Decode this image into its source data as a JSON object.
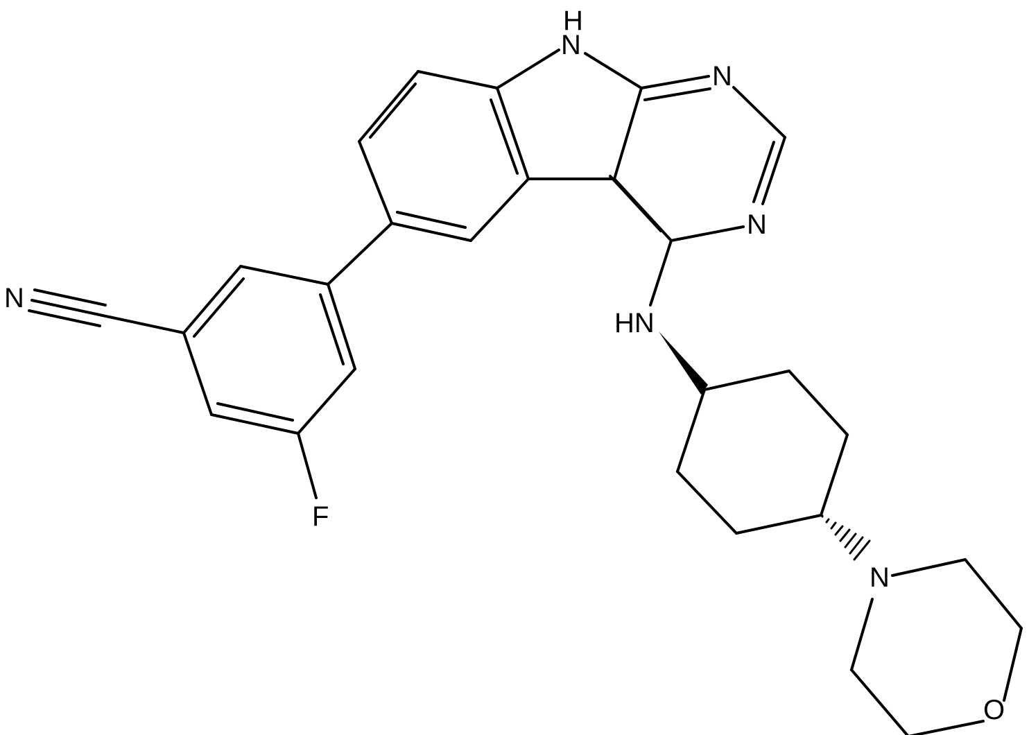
{
  "structure": {
    "atom_labels": {
      "indole_nh": "H",
      "indole_n": "N",
      "pyrimidine_n1": "N",
      "pyrimidine_n3": "N",
      "amine_nh": "HN",
      "nitrile_n": "N",
      "fluorine": "F",
      "morpholine_n": "N",
      "morpholine_o": "O"
    },
    "colors": {
      "bond": "#000000",
      "label": "#000000",
      "background": "#ffffff"
    }
  }
}
